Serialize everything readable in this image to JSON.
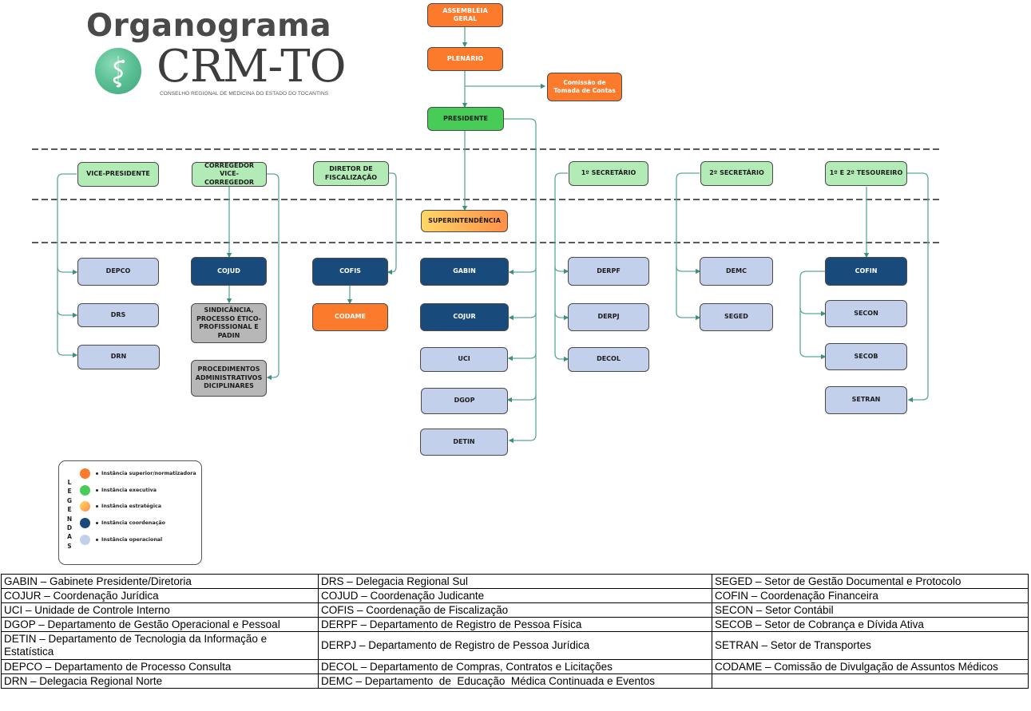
{
  "logo": {
    "title": "Organograma",
    "brand": "CRM-TO",
    "subtitle": "CONSELHO REGIONAL DE MEDICINA DO ESTADO DO TOCANTINS",
    "icon": "caduceus-icon"
  },
  "colors": {
    "superior": "#fb7a2c",
    "executive": "#47cc58",
    "strategic_from": "#ffd766",
    "strategic_to": "#ff8f47",
    "coordination": "#184b7c",
    "operational": "#c3d0ec",
    "director": "#b3ebb6",
    "process": "#b7b7b7",
    "connector": "#5aa89a"
  },
  "nodes": {
    "assembleia": "ASSEMBLÉIA GERAL",
    "plenario": "PLENÁRIO",
    "comissao": "Comissão de Tomada de Contas",
    "presidente": "PRESIDENTE",
    "vice_presidente": "VICE-PRESIDENTE",
    "corregedor": "CORREGEDOR VICE-CORREGEDOR",
    "diretor_fiscalizacao": "DIRETOR DE FISCALIZAÇÃO",
    "secretario1": "1º SECRETÁRIO",
    "secretario2": "2º SECRETÁRIO",
    "tesoureiro": "1º E 2º TESOUREIRO",
    "superintendencia": "SUPERINTENDÊNCIA",
    "depco": "DEPCO",
    "drs": "DRS",
    "drn": "DRN",
    "cojud": "COJUD",
    "sindicancia": "SINDICÂNCIA, PROCESSO ÉTICO-PROFISSIONAL E PADIN",
    "procedimentos": "PROCEDIMENTOS ADMINISTRATIVOS DICIPLINARES",
    "cofis": "COFIS",
    "codame": "CODAME",
    "gabin": "GABIN",
    "cojur": "COJUR",
    "uci": "UCI",
    "dgop": "DGOP",
    "detin": "DETIN",
    "derpf": "DERPF",
    "derpj": "DERPJ",
    "decol": "DECOL",
    "demc": "DEMC",
    "seged": "SEGED",
    "cofin": "COFIN",
    "secon": "SECON",
    "secob": "SECOB",
    "setran": "SETRAN"
  },
  "legend": {
    "heading": "LEGENDAS",
    "items": [
      {
        "label": "Instância superior/normatizadora",
        "color": "#fb7a2c"
      },
      {
        "label": "Instância executiva",
        "color": "#47cc58"
      },
      {
        "label": "Instância estratégica",
        "color": "linear-gradient(135deg,#ffd766,#ff8f47)"
      },
      {
        "label": "Instância coordenação",
        "color": "#184b7c"
      },
      {
        "label": "Instância operacional",
        "color": "#c3d0ec"
      }
    ]
  },
  "glossary": {
    "rows": [
      [
        "GABIN – Gabinete Presidente/Diretoria",
        "DRS – Delegacia Regional Sul",
        "SEGED – Setor de Gestão Documental e Protocolo"
      ],
      [
        "COJUR – Coordenação Jurídica",
        "COJUD – Coordenação Judicante",
        "COFIN – Coordenação Financeira"
      ],
      [
        "UCI – Unidade de Controle Interno",
        "COFIS – Coordenação de Fiscalização",
        "SECON – Setor Contábil"
      ],
      [
        "DGOP – Departamento de Gestão Operacional e Pessoal",
        "DERPF – Departamento de Registro de Pessoa Física",
        "SECOB – Setor de Cobrança e Dívida Ativa"
      ],
      [
        "DETIN – Departamento de Tecnologia da Informação e Estatística",
        "DERPJ – Departamento de Registro de Pessoa Jurídica",
        "SETRAN – Setor de Transportes"
      ],
      [
        "DEPCO – Departamento de Processo Consulta",
        "DECOL – Departamento de Compras, Contratos e Licitações",
        "CODAME – Comissão de Divulgação de Assuntos Médicos"
      ],
      [
        "DRN – Delegacia Regional Norte",
        "DEMC – Departamento  de  Educação  Médica Continuada e Eventos",
        ""
      ]
    ]
  }
}
